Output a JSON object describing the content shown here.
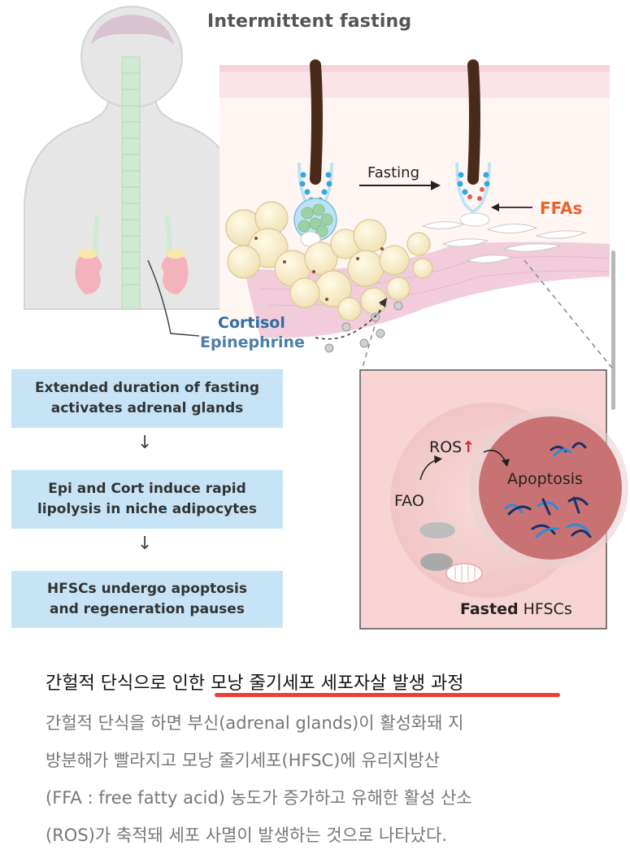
{
  "figure": {
    "title": "Intermittent fasting",
    "labels": {
      "fasting": "Fasting",
      "ffas": "FFAs",
      "cortisol": "Cortisol",
      "epinephrine": "Epinephrine",
      "ros": "ROS",
      "ros_arrow": "↑",
      "fao": "FAO",
      "apoptosis": "Apoptosis",
      "fasted_bold": "Fasted",
      "fasted_rest": " HFSCs"
    },
    "steps": [
      {
        "line1": "Extended duration of fasting",
        "line2": "activates adrenal glands"
      },
      {
        "line1": "Epi and Cort induce rapid",
        "line2": "lipolysis in niche adipocytes"
      },
      {
        "line1": "HFSCs undergo apoptosis",
        "line2": "and regeneration pauses"
      }
    ],
    "step_arrow": "↓"
  },
  "caption": {
    "title": "간헐적 단식으로 인한 모낭 줄기세포 세포자살 발생 과정",
    "lines": [
      "간헐적 단식을 하면 부신(adrenal glands)이 활성화돼 지",
      "방분해가 빨라지고 모낭 줄기세포(HFSC)에 유리지방산",
      "(FFA : free fatty acid) 농도가 증가하고 유해한 활성 산소",
      "(ROS)가 축적돼 세포 사멸이 발생하는 것으로 나타났다."
    ]
  },
  "colors": {
    "box": "#c6e4f5",
    "ffas": "#e8622d",
    "cortisol": "#2f6fa3",
    "ros": "#d9282a",
    "accent_underline": "#ea3e3a"
  }
}
